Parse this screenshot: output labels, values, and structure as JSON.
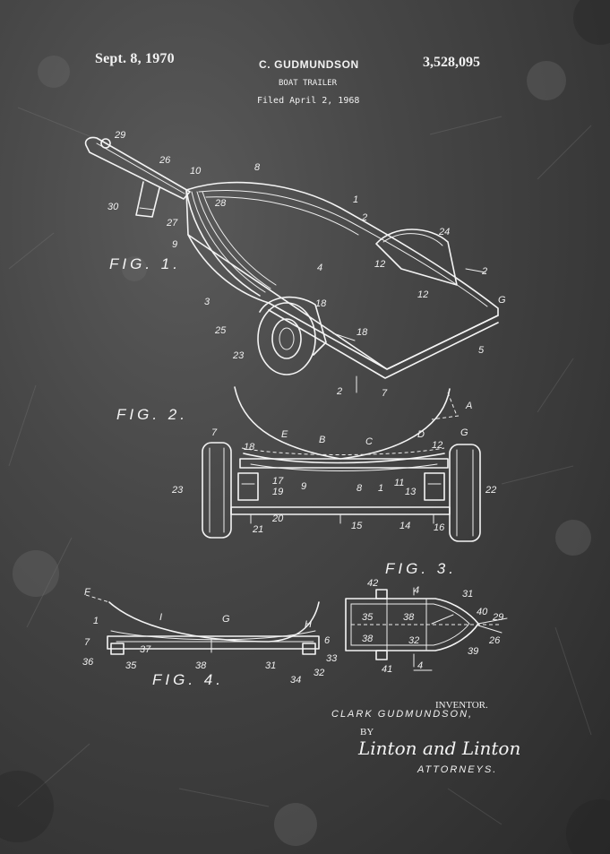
{
  "header": {
    "date": "Sept. 8, 1970",
    "inventor": "C. GUDMUNDSON",
    "patent_number": "3,528,095",
    "title": "BOAT TRAILER",
    "filed": "Filed April 2, 1968"
  },
  "figures": {
    "fig1": "FIG. 1.",
    "fig2": "FIG. 2.",
    "fig3": "FIG. 3.",
    "fig4": "FIG. 4."
  },
  "refs_fig1": [
    "29",
    "26",
    "10",
    "8",
    "30",
    "28",
    "27",
    "1",
    "2",
    "9",
    "24",
    "12",
    "12",
    "2",
    "4",
    "3",
    "18",
    "25",
    "G",
    "23",
    "18",
    "5",
    "2",
    "7"
  ],
  "refs_fig2": [
    "7",
    "18",
    "E",
    "B",
    "C",
    "D",
    "12",
    "G",
    "A",
    "23",
    "17",
    "19",
    "9",
    "8",
    "1",
    "11",
    "13",
    "22",
    "20",
    "15",
    "14",
    "21",
    "16"
  ],
  "refs_fig3": [
    "42",
    "4",
    "31",
    "35",
    "38",
    "40",
    "29",
    "38",
    "32",
    "26",
    "39",
    "41",
    "4"
  ],
  "refs_fig4": [
    "F",
    "I",
    "G",
    "H",
    "1",
    "7",
    "37",
    "6",
    "36",
    "35",
    "38",
    "31",
    "33",
    "34",
    "32"
  ],
  "footer": {
    "inventor_label": "INVENTOR.",
    "inventor_name": "CLARK GUDMUNDSON,",
    "by": "BY",
    "signature": "Linton and Linton",
    "attorneys": "ATTORNEYS."
  },
  "colors": {
    "background": "#3a3a3a",
    "ink": "#f4f4f4"
  }
}
